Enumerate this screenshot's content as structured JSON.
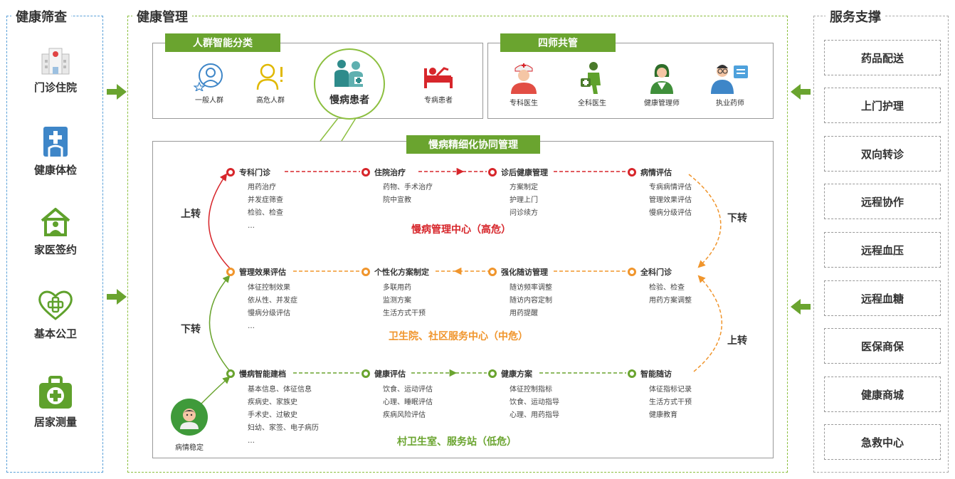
{
  "panels": {
    "left_title": "健康筛查",
    "center_title": "健康管理",
    "right_title": "服务支撑"
  },
  "screening": [
    {
      "label": "门诊住院",
      "icon": "hospital-icon"
    },
    {
      "label": "健康体检",
      "icon": "clinic-cross-icon"
    },
    {
      "label": "家医签约",
      "icon": "home-doctor-icon"
    },
    {
      "label": "基本公卫",
      "icon": "heart-cross-icon"
    },
    {
      "label": "居家测量",
      "icon": "medical-kit-icon"
    }
  ],
  "services": [
    "药品配送",
    "上门护理",
    "双向转诊",
    "远程协作",
    "远程血压",
    "远程血糖",
    "医保商保",
    "健康商城",
    "急救中心"
  ],
  "classification": {
    "tag": "人群智能分类",
    "items": [
      "一般人群",
      "高危人群",
      "慢病患者",
      "专病患者"
    ]
  },
  "four_doctors": {
    "tag": "四师共管",
    "items": [
      "专科医生",
      "全科医生",
      "健康管理师",
      "执业药师"
    ]
  },
  "collab": {
    "tag": "慢病精细化协同管理",
    "up_label": "上转",
    "down_label": "下转",
    "stable_label": "病情稳定",
    "rows": [
      {
        "center": "慢病管理中心（高危）",
        "color": "#d7262b",
        "steps": [
          {
            "title": "专科门诊",
            "items": [
              "用药治疗",
              "并发症筛查",
              "检验、检查",
              "…"
            ]
          },
          {
            "title": "住院治疗",
            "items": [
              "药物、手术治疗",
              "院中宣教"
            ]
          },
          {
            "title": "诊后健康管理",
            "items": [
              "方案制定",
              "护理上门",
              "问诊续方"
            ]
          },
          {
            "title": "病情评估",
            "items": [
              "专病病情评估",
              "管理效果评估",
              "慢病分级评估"
            ]
          }
        ]
      },
      {
        "center": "卫生院、社区服务中心（中危）",
        "color": "#f0952c",
        "steps": [
          {
            "title": "管理效果评估",
            "items": [
              "体征控制效果",
              "依从性、并发症",
              "慢病分级评估",
              "…"
            ]
          },
          {
            "title": "个性化方案制定",
            "items": [
              "多联用药",
              "监测方案",
              "生活方式干预"
            ]
          },
          {
            "title": "强化随访管理",
            "items": [
              "随访频率调整",
              "随访内容定制",
              "用药提醒"
            ]
          },
          {
            "title": "全科门诊",
            "items": [
              "检验、检查",
              "用药方案调整"
            ]
          }
        ]
      },
      {
        "center": "村卫生室、服务站（低危）",
        "color": "#6aa42f",
        "steps": [
          {
            "title": "慢病智能建档",
            "items": [
              "基本信息、体征信息",
              "疾病史、家族史",
              "手术史、过敏史",
              "妇幼、家签、电子病历",
              "…"
            ]
          },
          {
            "title": "健康评估",
            "items": [
              "饮食、运动评估",
              "心理、睡眠评估",
              "疾病风险评估"
            ]
          },
          {
            "title": "健康方案",
            "items": [
              "体征控制指标",
              "饮食、运动指导",
              "心理、用药指导"
            ]
          },
          {
            "title": "智能随访",
            "items": [
              "体征指标记录",
              "生活方式干预",
              "健康教育"
            ]
          }
        ]
      }
    ]
  },
  "colors": {
    "green": "#6aa42f",
    "red": "#d7262b",
    "orange": "#f0952c",
    "blue": "#3e86c8"
  }
}
